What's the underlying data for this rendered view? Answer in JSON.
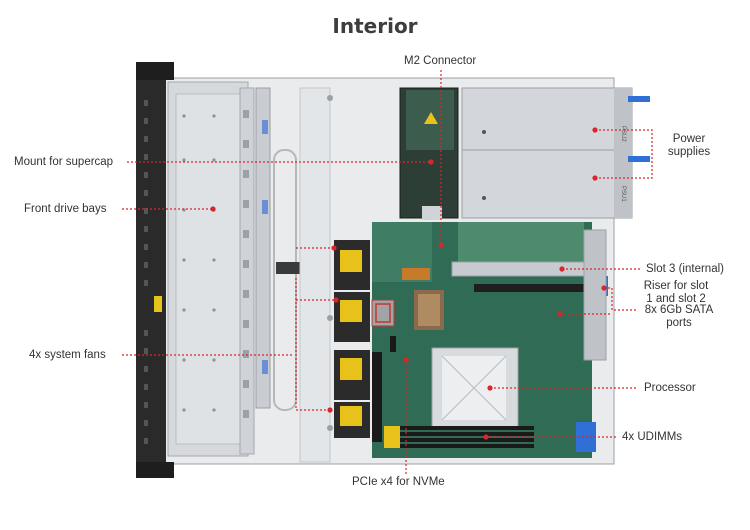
{
  "title": "Interior",
  "labels": {
    "m2": "M2 Connector",
    "supercap": "Mount for supercap",
    "drives": "Front drive bays",
    "fans": "4x system fans",
    "psu": "Power\nsupplies",
    "psu1": "Power",
    "psu2": "supplies",
    "slot3": "Slot 3 (internal)",
    "riser1": "Riser for slot",
    "riser2": "1 and slot 2",
    "sata1": "8x 6Gb SATA",
    "sata2": "ports",
    "processor": "Processor",
    "udimm": "4x UDIMMs",
    "pcie": "PCIe x4 for NVMe"
  },
  "psu_text": [
    "PSU2",
    "PSU1"
  ],
  "colors": {
    "leader": "#d9262a",
    "board": "#2f6b55",
    "chassis": "#e8eaec",
    "bezel": "#2a2a2a"
  }
}
